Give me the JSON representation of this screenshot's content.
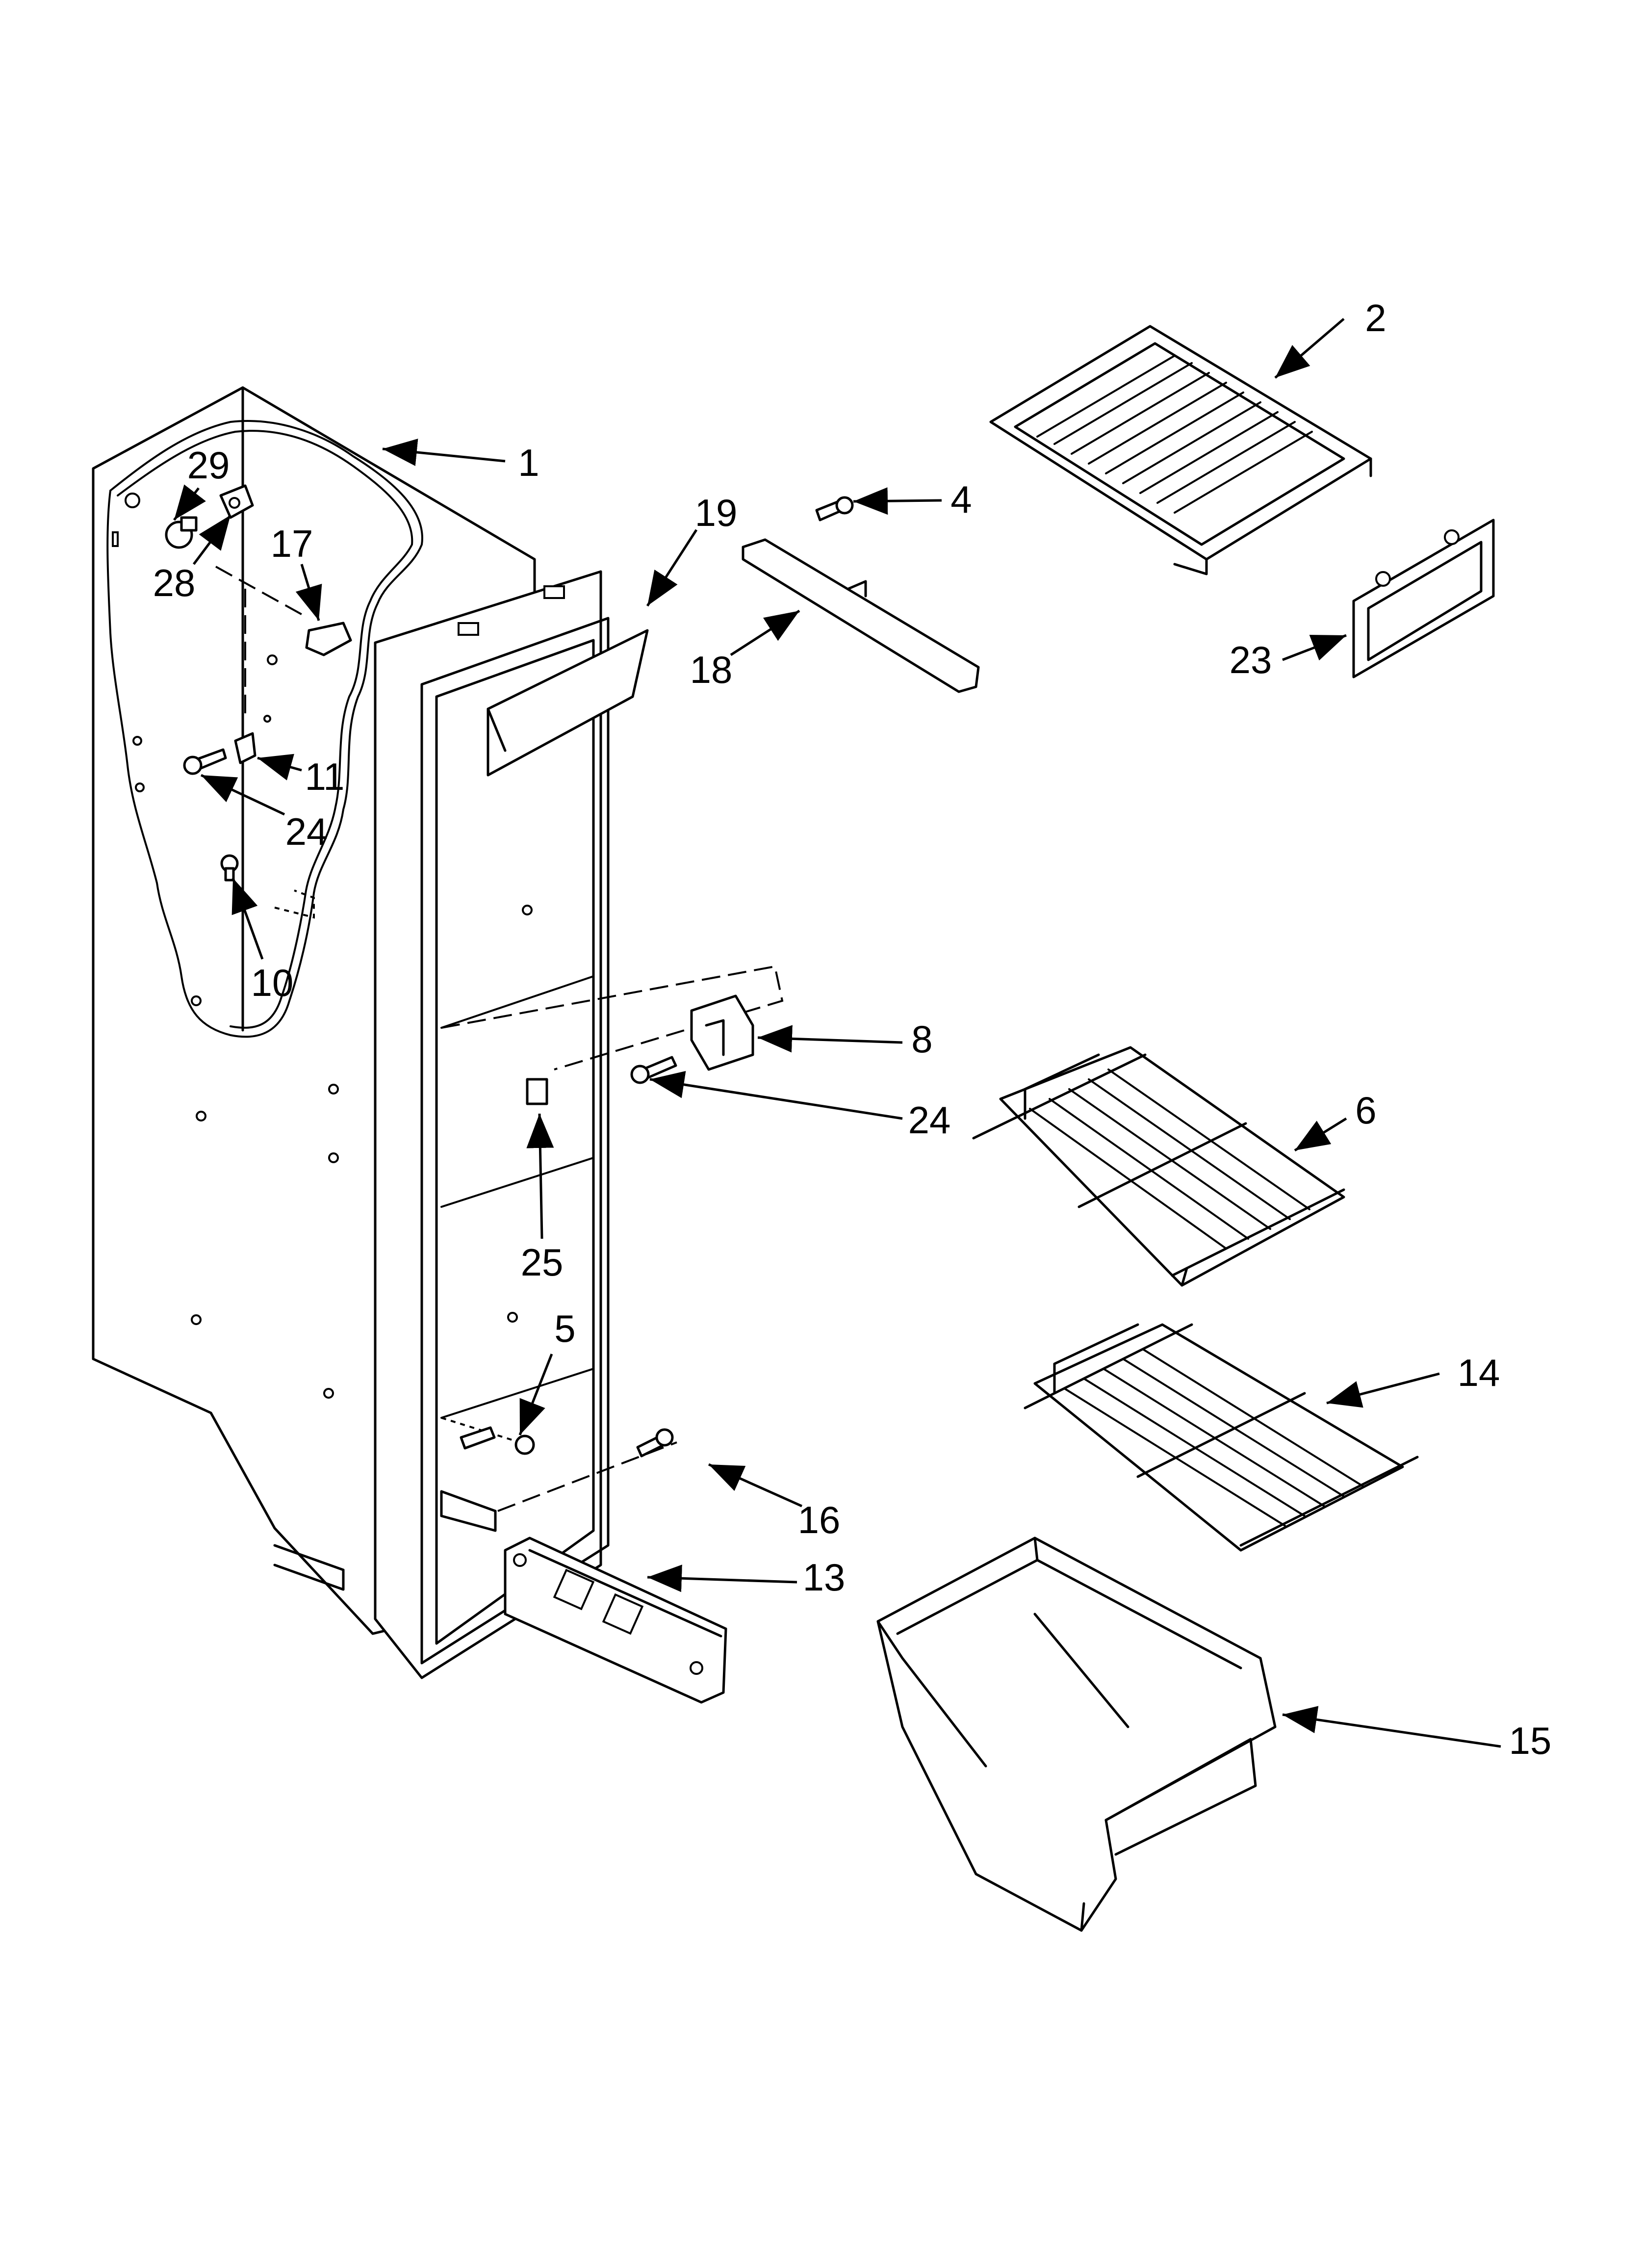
{
  "callouts": {
    "c1": "1",
    "c2": "2",
    "c4": "4",
    "c5": "5",
    "c6": "6",
    "c8": "8",
    "c10": "10",
    "c11": "11",
    "c13": "13",
    "c14": "14",
    "c15": "15",
    "c16": "16",
    "c17": "17",
    "c18": "18",
    "c19": "19",
    "c23": "23",
    "c24a": "24",
    "c24b": "24",
    "c25": "25",
    "c28": "28",
    "c29": "29"
  }
}
